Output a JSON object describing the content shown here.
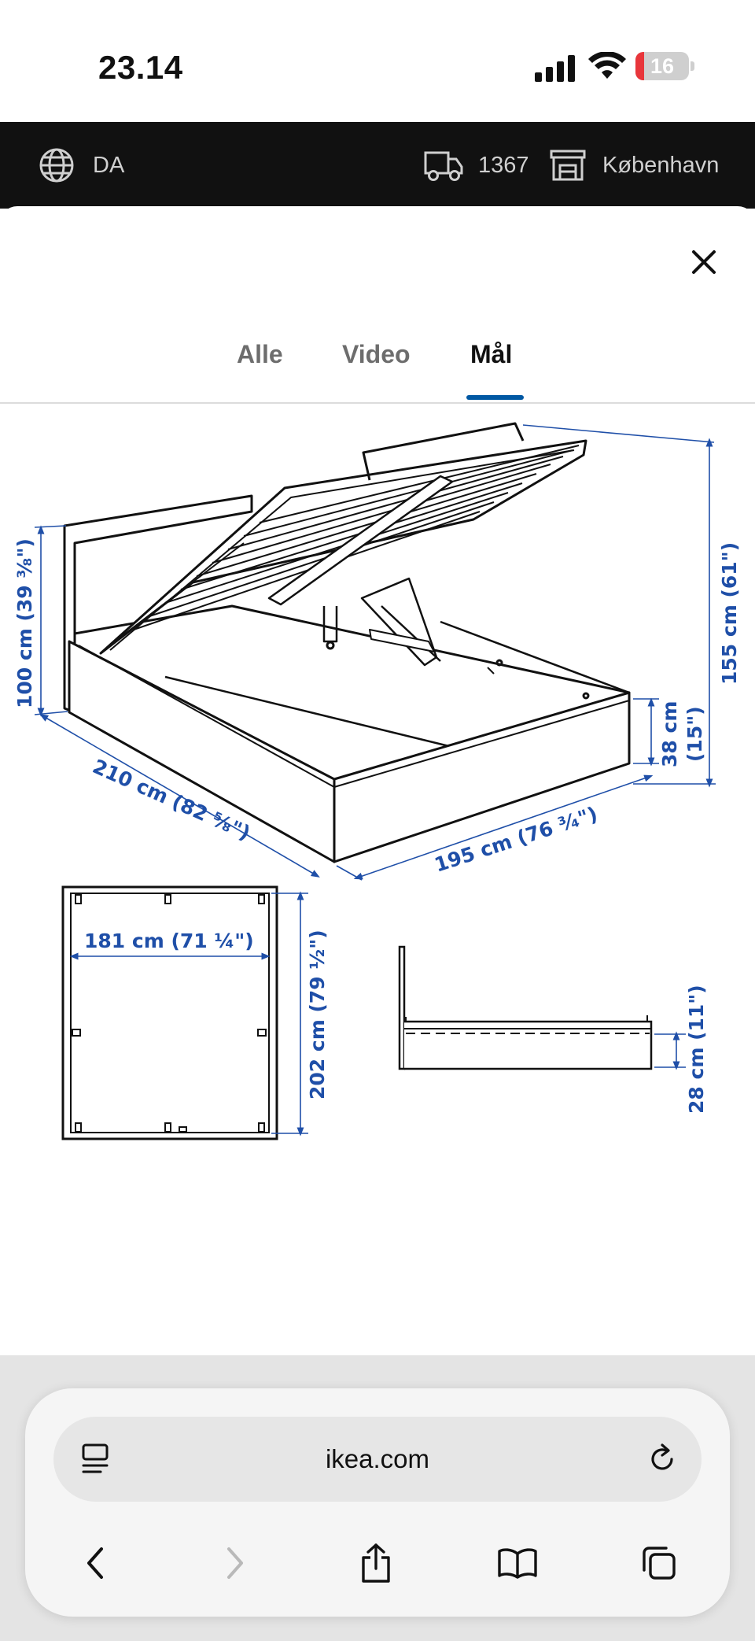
{
  "status": {
    "time": "23.14",
    "battery": "16",
    "battery_level": 0.16
  },
  "topbar": {
    "language": "DA",
    "delivery_postcode": "1367",
    "store": "København"
  },
  "tabs": [
    {
      "label": "Alle",
      "active": false
    },
    {
      "label": "Video",
      "active": false
    },
    {
      "label": "Mål",
      "active": true
    }
  ],
  "dimensions": {
    "headboard_height": "100 cm (39 ³⁄₈\")",
    "total_height": "155 cm (61\")",
    "frame_height": "38 cm (15\")",
    "frame_height_cm": "38 cm",
    "frame_height_in": "(15\")",
    "length": "210 cm (82 ⁵⁄₈\")",
    "width": "195 cm (76 ³⁄₄\")",
    "inner_width": "181 cm (71 ¼\")",
    "inner_length": "202 cm (79 ½\")",
    "floor_clearance": "28 cm (11\")"
  },
  "browser": {
    "url": "ikea.com"
  },
  "colors": {
    "dimension_blue": "#1f4fa8",
    "tab_indicator": "#0058a3",
    "header_bg": "#111111",
    "battery_red": "#e8363b"
  }
}
